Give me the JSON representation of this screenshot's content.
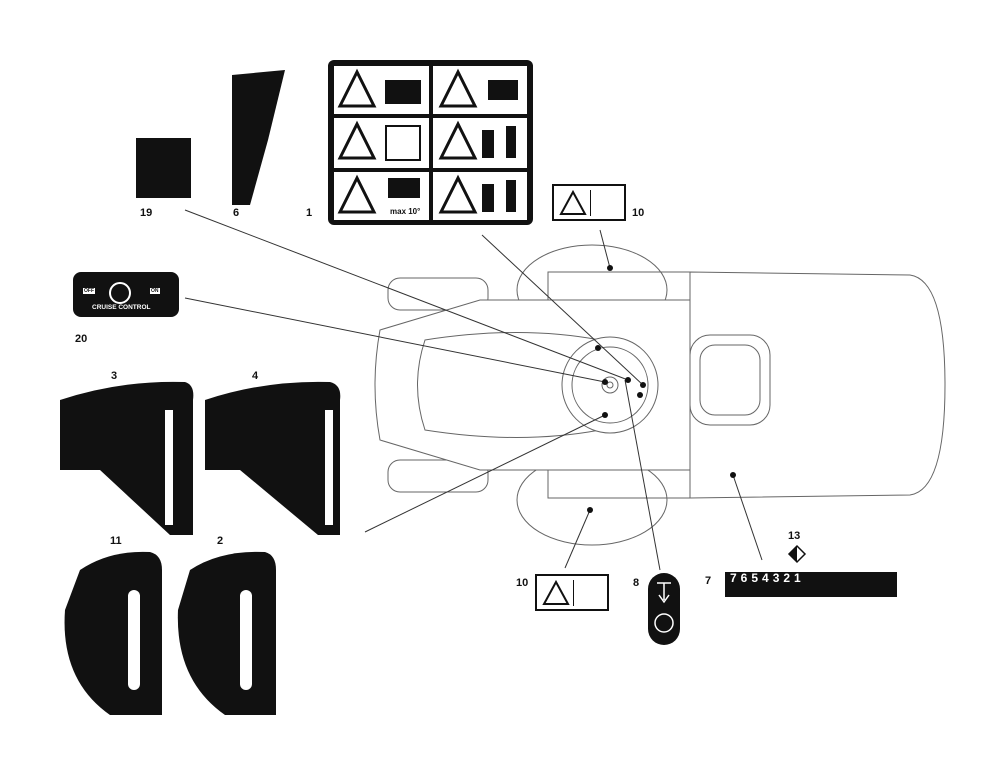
{
  "labels": {
    "p1": "1",
    "p2": "2",
    "p3": "3",
    "p4": "4",
    "p6": "6",
    "p7": "7",
    "p8": "8",
    "p10a": "10",
    "p10b": "10",
    "p11": "11",
    "p13": "13",
    "p19": "19",
    "p20": "20"
  },
  "decal20": {
    "title": "CRUISE CONTROL",
    "off": "OFF",
    "on": "ON"
  },
  "decal1": {
    "slope": "max 10°"
  },
  "decal7": {
    "gears": "7654321"
  },
  "colors": {
    "ink": "#111111",
    "line": "#555555"
  }
}
